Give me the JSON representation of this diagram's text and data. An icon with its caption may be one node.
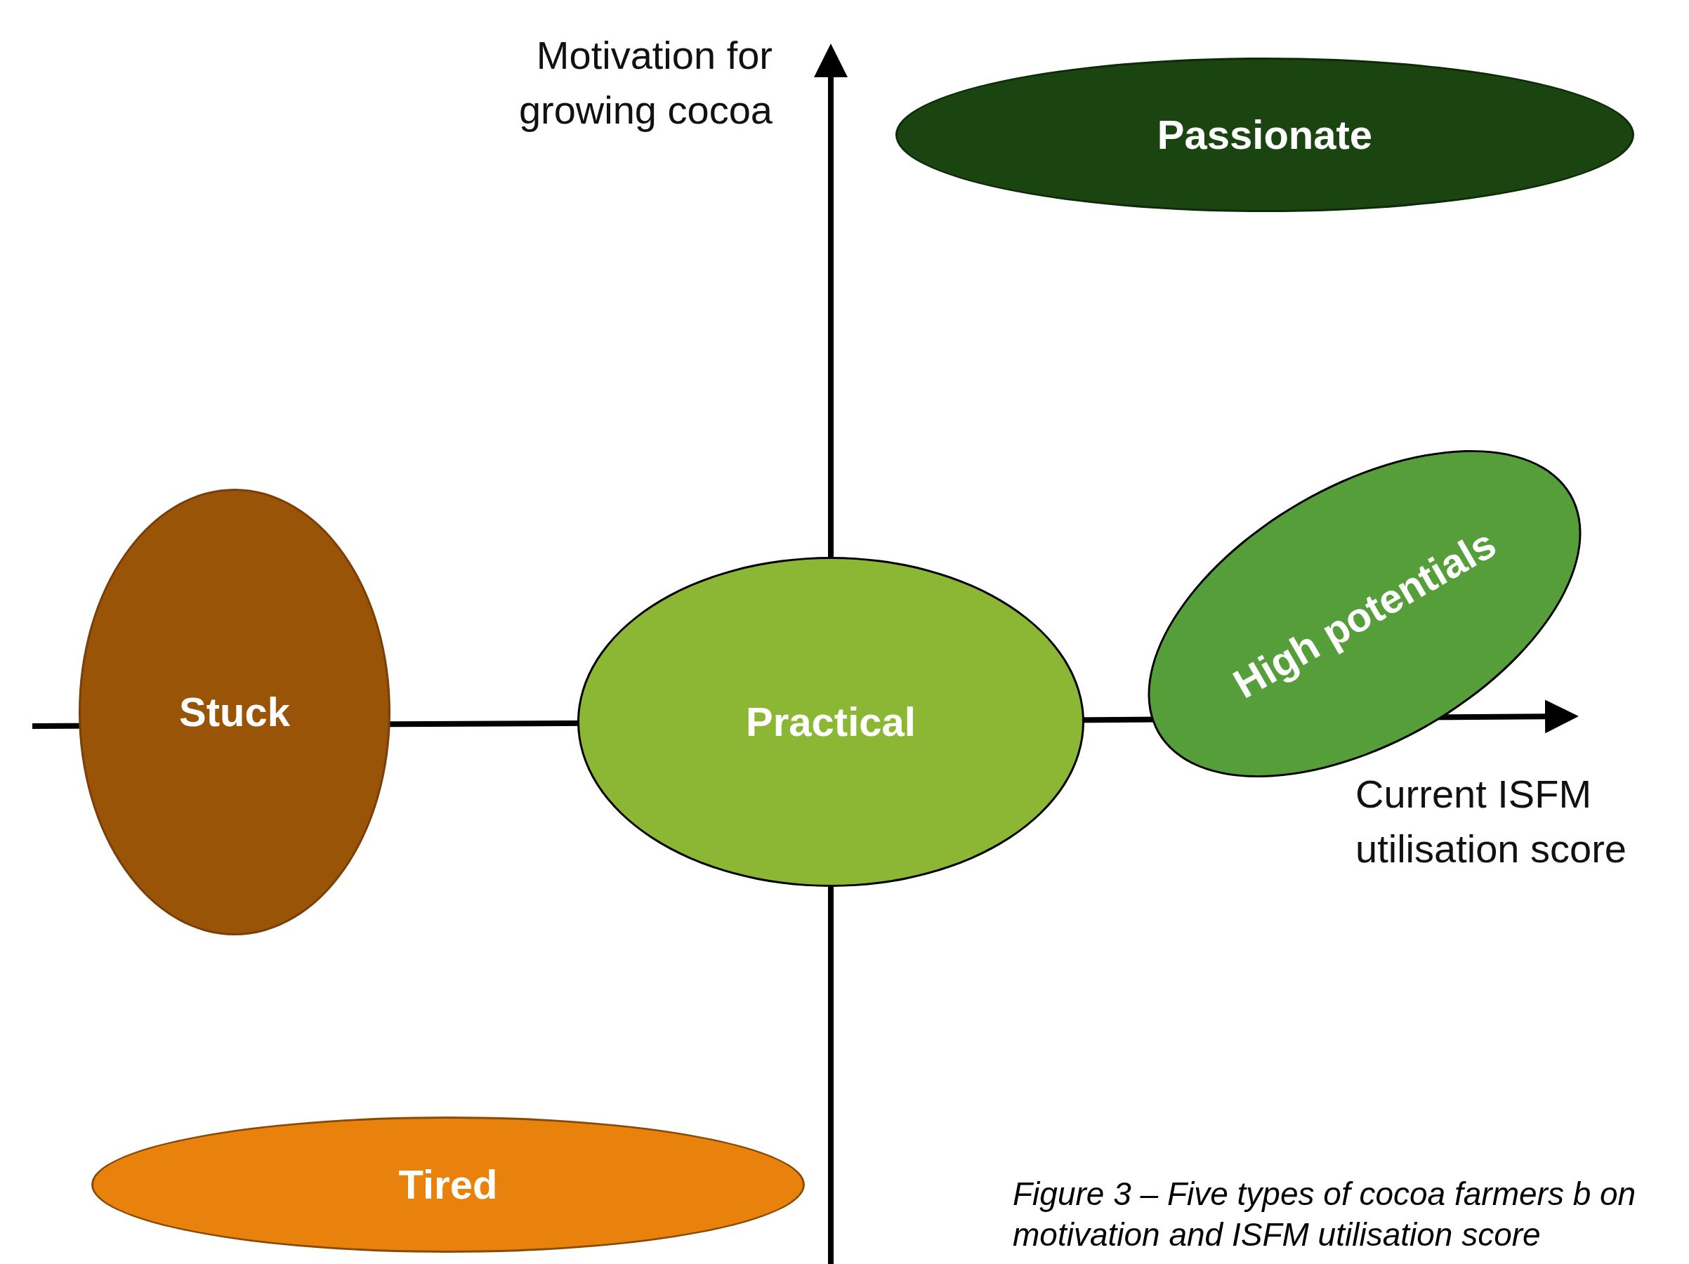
{
  "diagram": {
    "caption": "Figure 3 – Five types of  cocoa farmers b on motivation and ISFM utilisation score",
    "nodes": [
      {
        "text": [
          "Passionate"
        ]
      },
      {
        "text": [
          "High potentials"
        ]
      },
      {
        "text": [
          "Stuck"
        ]
      },
      {
        "text": [
          "Practical"
        ]
      },
      {
        "text": [
          "Tired"
        ]
      }
    ],
    "labels": [
      "Motivation for growing cocoa",
      "Current ISFM utilisation score"
    ]
  }
}
